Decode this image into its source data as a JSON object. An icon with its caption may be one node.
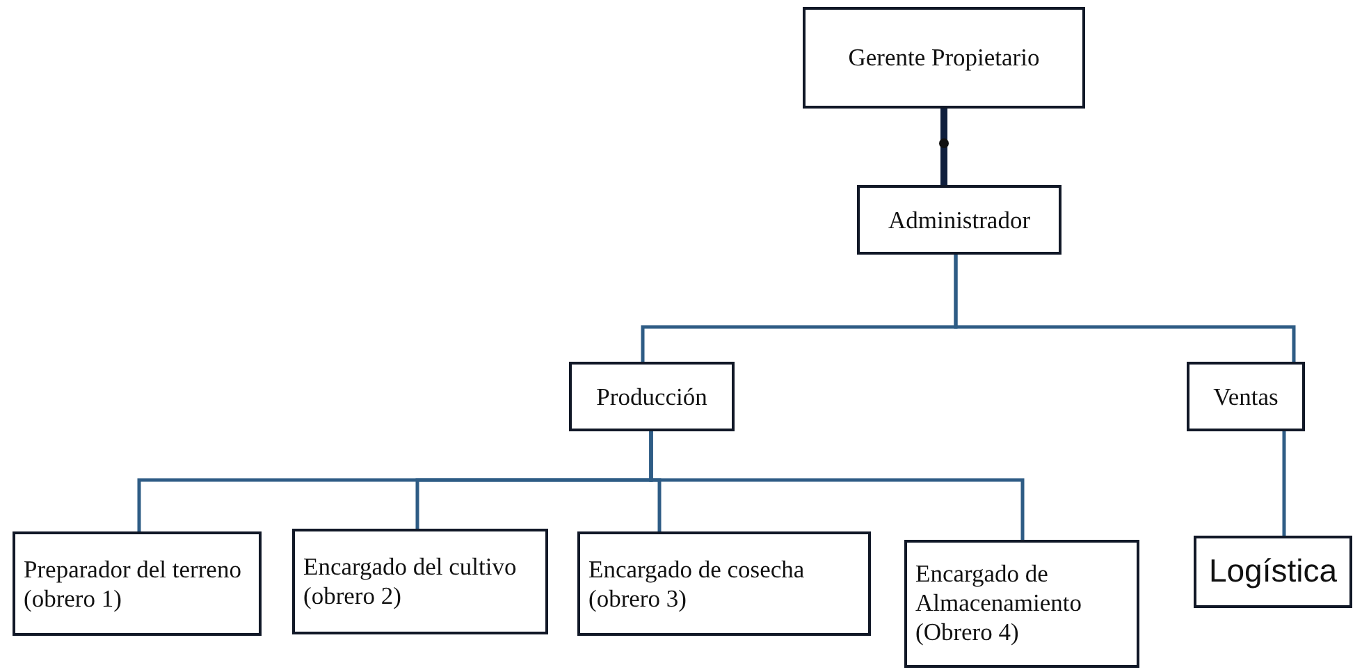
{
  "diagram": {
    "nodes": [
      {
        "text": [
          "Gerente Propietario"
        ]
      },
      {
        "text": [
          "Administrador"
        ]
      },
      {
        "text": [
          "Producción"
        ]
      },
      {
        "text": [
          "Ventas"
        ]
      },
      {
        "text": [
          "Preparador del terreno (obrero 1)"
        ]
      },
      {
        "text": [
          "Encargado del cultivo (obrero 2)"
        ]
      },
      {
        "text": [
          "Encargado de cosecha (obrero 3)"
        ]
      },
      {
        "text": [
          "Encargado de Almacenamiento (Obrero 4)"
        ]
      },
      {
        "text": [
          "Logística"
        ]
      }
    ],
    "edges": [
      {
        "from": 0,
        "to": 1,
        "arrow": "none",
        "style": "thick",
        "color": "#0f1f3d"
      },
      {
        "from": 1,
        "to": 2,
        "arrow": "none"
      },
      {
        "from": 1,
        "to": 3,
        "arrow": "none"
      },
      {
        "from": 2,
        "to": 4,
        "arrow": "none"
      },
      {
        "from": 2,
        "to": 5,
        "arrow": "none"
      },
      {
        "from": 2,
        "to": 6,
        "arrow": "none"
      },
      {
        "from": 2,
        "to": 7,
        "arrow": "none"
      },
      {
        "from": 3,
        "to": 8,
        "arrow": "none"
      }
    ]
  }
}
